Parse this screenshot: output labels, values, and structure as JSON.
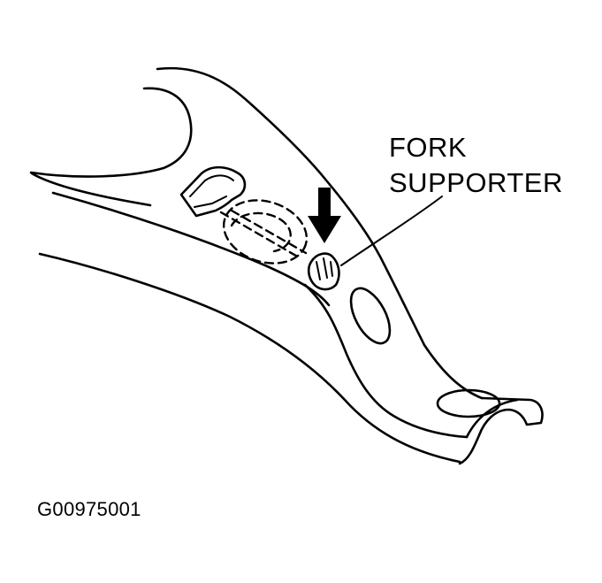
{
  "callout": {
    "line1": "FORK",
    "line2": "SUPPORTER"
  },
  "figure_id": "G00975001",
  "colors": {
    "ink": "#000000",
    "background": "#ffffff"
  },
  "icons": {
    "pointer": "down-arrow-icon"
  }
}
